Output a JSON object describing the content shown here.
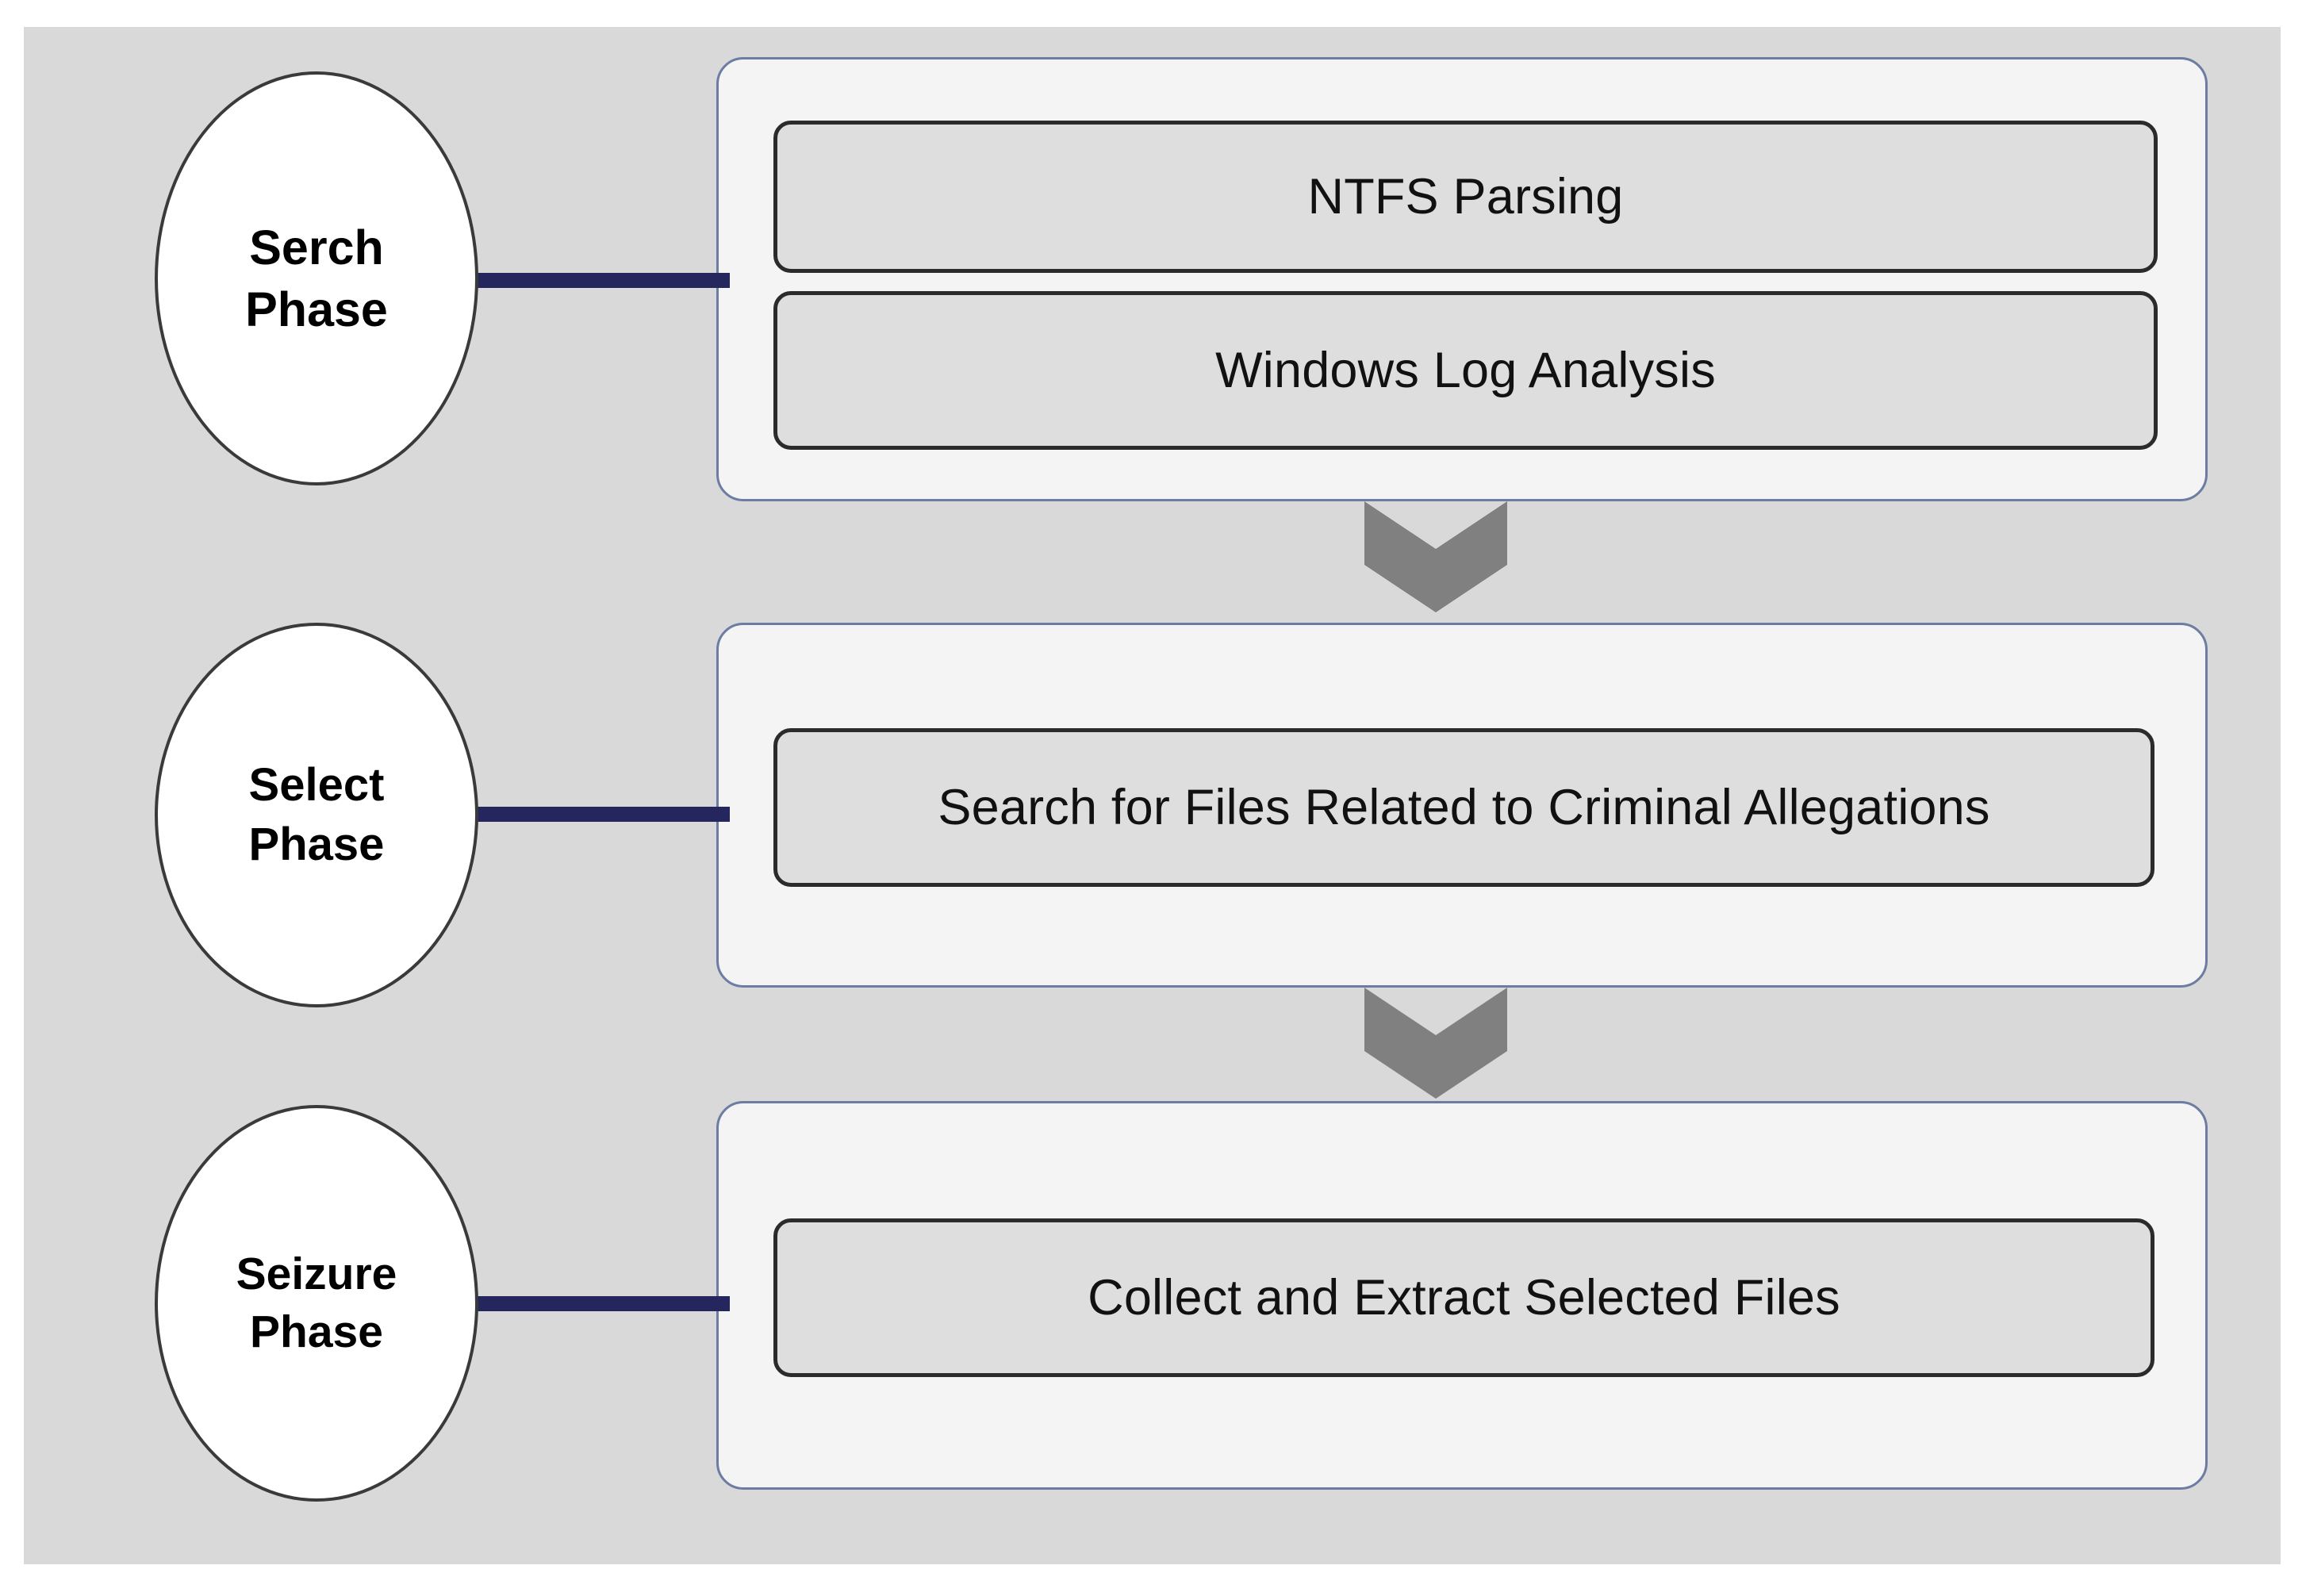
{
  "diagram": {
    "background_color": "#d9d9d9",
    "page_background_color": "#ffffff",
    "accent_connector_color": "#26265f",
    "panel_border_color": "#6c7ca3",
    "panel_fill_color": "#f4f4f5",
    "task_box_fill_color": "#dedede",
    "task_box_border_color": "#2b2b2b",
    "ellipse_fill_color": "#ffffff",
    "ellipse_border_color": "#3a3a3a",
    "chevron_color": "#808080"
  },
  "phases": [
    {
      "id": "search-phase",
      "ellipse_line_1": "Serch",
      "ellipse_line_2": "Phase",
      "tasks": [
        {
          "label": "NTFS Parsing"
        },
        {
          "label": "Windows Log Analysis"
        }
      ]
    },
    {
      "id": "select-phase",
      "ellipse_line_1": "Select",
      "ellipse_line_2": "Phase",
      "tasks": [
        {
          "label": "Search for Files Related to Criminal Allegations"
        }
      ]
    },
    {
      "id": "seizure-phase",
      "ellipse_line_1": "Seizure",
      "ellipse_line_2": "Phase",
      "tasks": [
        {
          "label": "Collect and Extract Selected Files"
        }
      ]
    }
  ],
  "flow_connectors": [
    {
      "id": "chevron-search-to-select",
      "icon": "chevron-down-icon",
      "from": "search-phase",
      "to": "select-phase"
    },
    {
      "id": "chevron-select-to-seizure",
      "icon": "chevron-down-icon",
      "from": "select-phase",
      "to": "seizure-phase"
    }
  ]
}
